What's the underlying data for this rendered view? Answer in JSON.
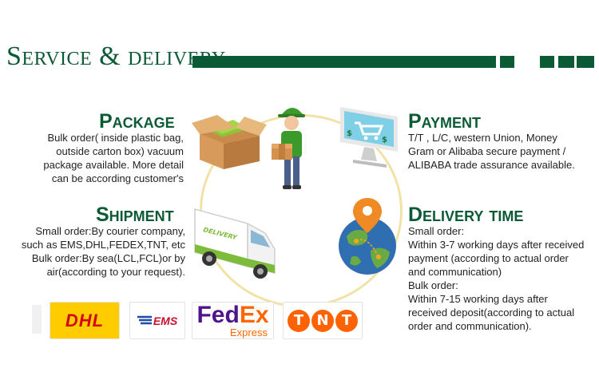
{
  "header": {
    "title": "Service & delivery"
  },
  "package": {
    "heading": "Package",
    "lines": [
      "Bulk order( inside plastic bag,",
      "outside carton box) vacuum",
      "package available. More detail",
      "can be according customer's"
    ]
  },
  "payment": {
    "heading": "Payment",
    "lines": [
      "T/T , L/C, western Union, Money",
      "Gram or Alibaba secure payment /",
      "ALIBABA trade assurance available."
    ]
  },
  "shipment": {
    "heading": "Shipment",
    "lines": [
      "Small order:By courier company,",
      "such as EMS,DHL,FEDEX,TNT, etc",
      "Bulk order:By sea(LCL,FCL)or by",
      "air(according to your request)."
    ]
  },
  "delivery": {
    "heading": "Delivery time",
    "lines": [
      "Small order:",
      "Within 3-7 working days after received",
      "payment (according to actual order",
      "and communication)",
      "Bulk order:",
      "Within 7-15 working days after",
      "received deposit(according to actual",
      "order and communication)."
    ]
  },
  "van": {
    "label": "DELIVERY"
  },
  "logos": {
    "dhl": "DHL",
    "ems": "EMS",
    "fedex_fe": "Fed",
    "fedex_ex": "Ex",
    "fedex_sub": "Express",
    "tnt": [
      "T",
      "N",
      "T"
    ]
  },
  "colors": {
    "brand_green": "#0b5a36",
    "ring": "#f1e2a6",
    "dhl_yellow": "#ffcc00",
    "dhl_red": "#d40511",
    "fedex_purple": "#4d148c",
    "fedex_orange": "#ff6600",
    "tnt_orange": "#ff6200"
  }
}
